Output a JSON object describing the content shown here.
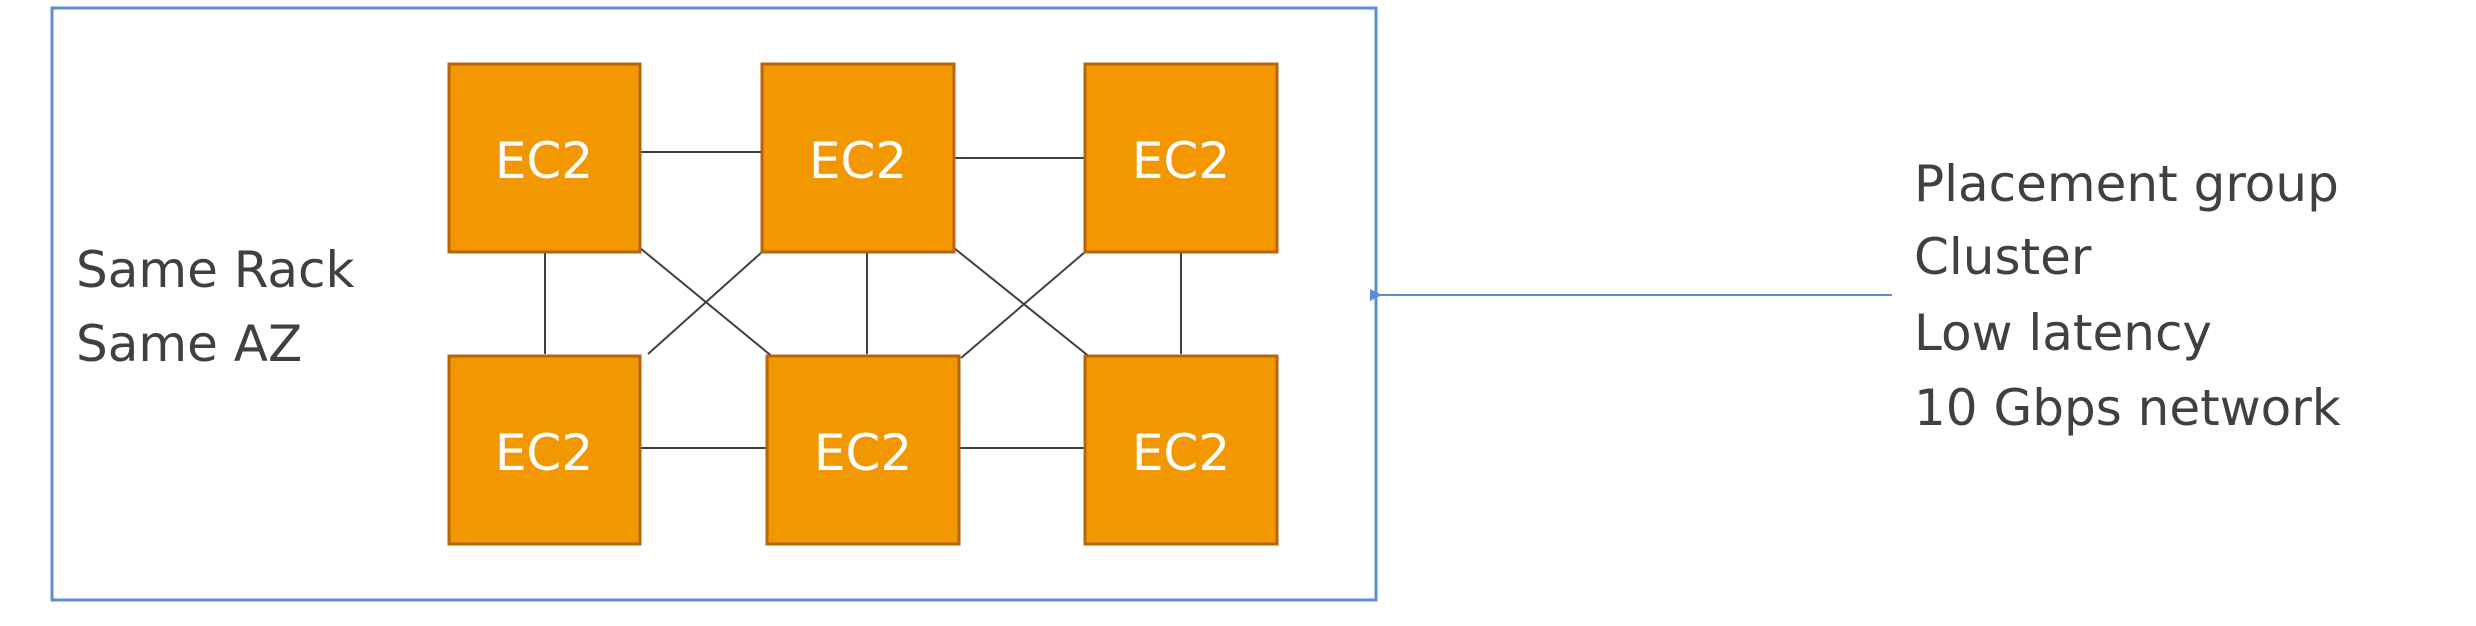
{
  "rack_labels": {
    "line1": "Same Rack",
    "line2": "Same AZ"
  },
  "instances": [
    {
      "label": "EC2"
    },
    {
      "label": "EC2"
    },
    {
      "label": "EC2"
    },
    {
      "label": "EC2"
    },
    {
      "label": "EC2"
    },
    {
      "label": "EC2"
    }
  ],
  "info": {
    "line1": "Placement group",
    "line2": "Cluster",
    "line3": "Low latency",
    "line4": "10 Gbps network"
  },
  "colors": {
    "instance_fill": "#f39700",
    "instance_border": "#b5650f",
    "container_border": "#5b8fd1",
    "arrow": "#5b8fd1",
    "connector": "#404040",
    "text": "#404040"
  }
}
